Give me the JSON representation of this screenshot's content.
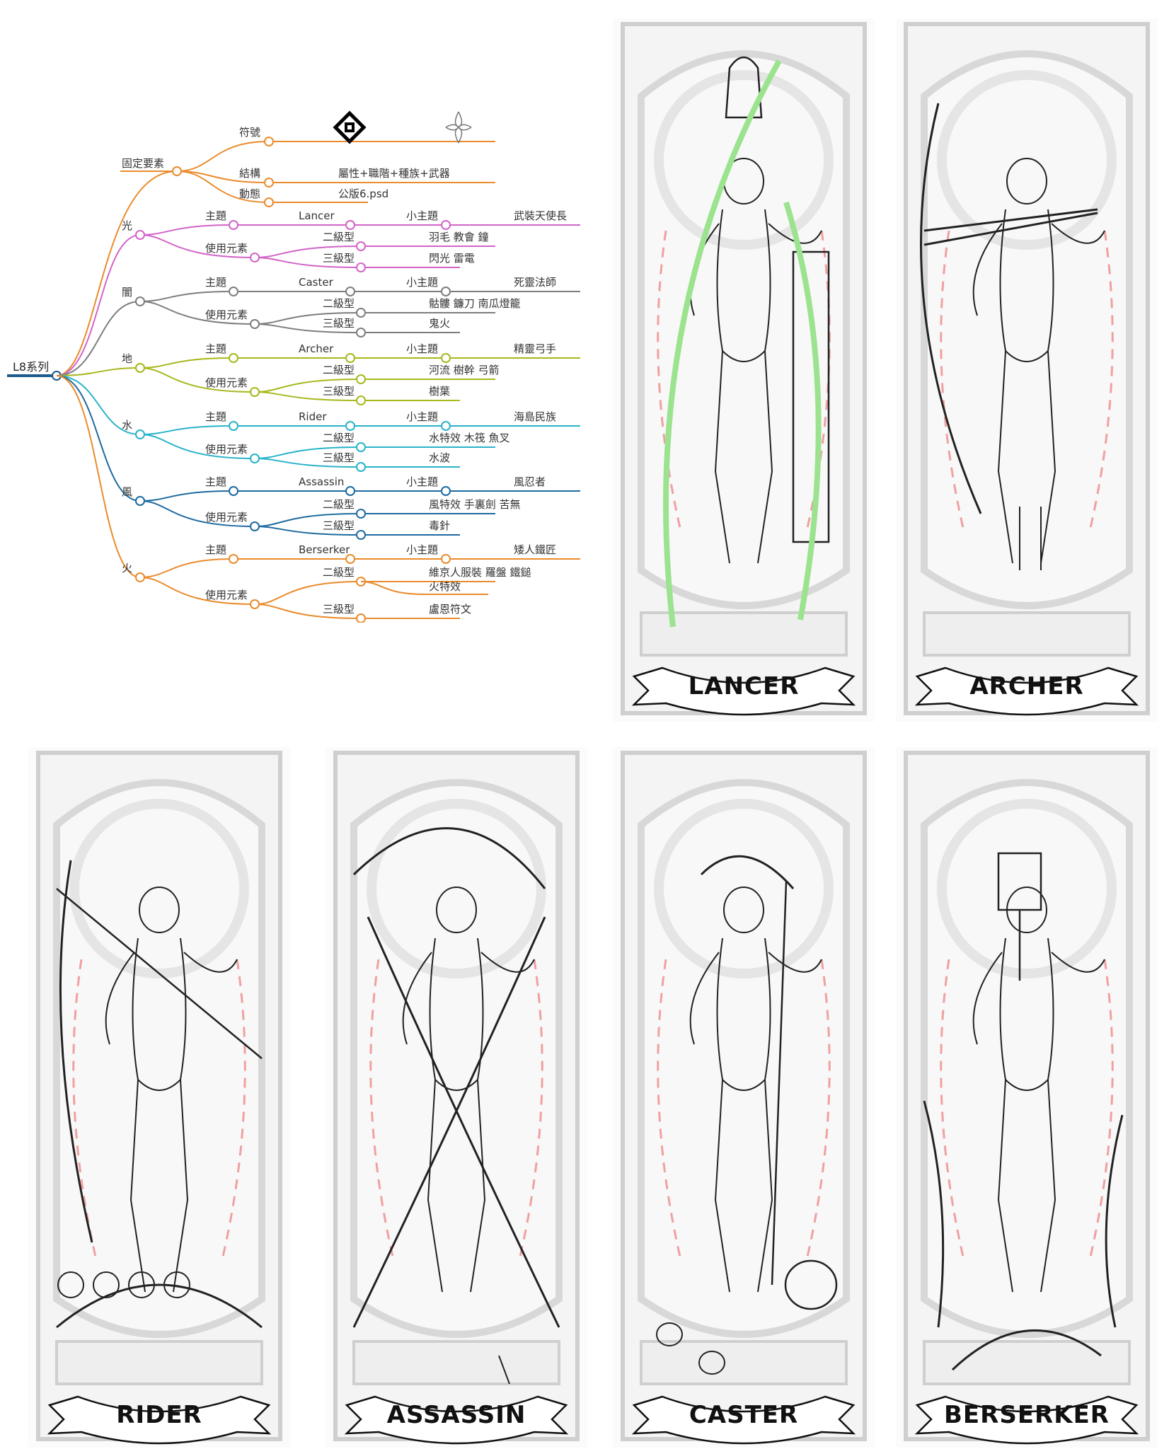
{
  "mindmap": {
    "root": "L8系列",
    "fixed": {
      "label": "固定要素",
      "rows": [
        {
          "label": "符號",
          "value": ""
        },
        {
          "label": "結構",
          "value": "屬性+職階+種族+武器"
        },
        {
          "label": "動態",
          "value": "公版6.psd"
        }
      ]
    },
    "branches": [
      {
        "element": "光",
        "color": "#d264c8",
        "theme_label": "主題",
        "class_name": "Lancer",
        "sub_label": "小主題",
        "subtheme": "武裝天使長",
        "use_label": "使用元素",
        "tier2_label": "二級型",
        "tier2_value": "羽毛 教會 鐘",
        "tier3_label": "三級型",
        "tier3_value": "閃光 雷電"
      },
      {
        "element": "闇",
        "color": "#7d7d7d",
        "theme_label": "主題",
        "class_name": "Caster",
        "sub_label": "小主題",
        "subtheme": "死靈法師",
        "use_label": "使用元素",
        "tier2_label": "二級型",
        "tier2_value": "骷髏 鐮刀 南瓜燈籠",
        "tier3_label": "三級型",
        "tier3_value": "鬼火"
      },
      {
        "element": "地",
        "color": "#a7b81c",
        "theme_label": "主題",
        "class_name": "Archer",
        "sub_label": "小主題",
        "subtheme": "精靈弓手",
        "use_label": "使用元素",
        "tier2_label": "二級型",
        "tier2_value": "河流 樹幹 弓箭",
        "tier3_label": "三級型",
        "tier3_value": "樹葉"
      },
      {
        "element": "水",
        "color": "#29b3c9",
        "theme_label": "主題",
        "class_name": "Rider",
        "sub_label": "小主題",
        "subtheme": "海島民族",
        "use_label": "使用元素",
        "tier2_label": "二級型",
        "tier2_value": "水特效 木筏 魚叉",
        "tier3_label": "三級型",
        "tier3_value": "水波"
      },
      {
        "element": "風",
        "color": "#1e6aa0",
        "theme_label": "主題",
        "class_name": "Assassin",
        "sub_label": "小主題",
        "subtheme": "風忍者",
        "use_label": "使用元素",
        "tier2_label": "二級型",
        "tier2_value": "風特效 手裏劍 苦無",
        "tier3_label": "三級型",
        "tier3_value": "毒針"
      },
      {
        "element": "火",
        "color": "#ea8b2c",
        "theme_label": "主題",
        "class_name": "Berserker",
        "sub_label": "小主題",
        "subtheme": "矮人鐵匠",
        "use_label": "使用元素",
        "tier2_label": "二級型",
        "tier2_value": "維京人服裝 羅盤 鐵鎚",
        "tier2_value_b": "火特效",
        "tier3_label": "三級型",
        "tier3_value": "盧恩符文"
      }
    ]
  },
  "cards": [
    {
      "label": "LANCER"
    },
    {
      "label": "ARCHER"
    },
    {
      "label": "RIDER"
    },
    {
      "label": "ASSASSIN"
    },
    {
      "label": "CASTER"
    },
    {
      "label": "BERSERKER"
    }
  ]
}
